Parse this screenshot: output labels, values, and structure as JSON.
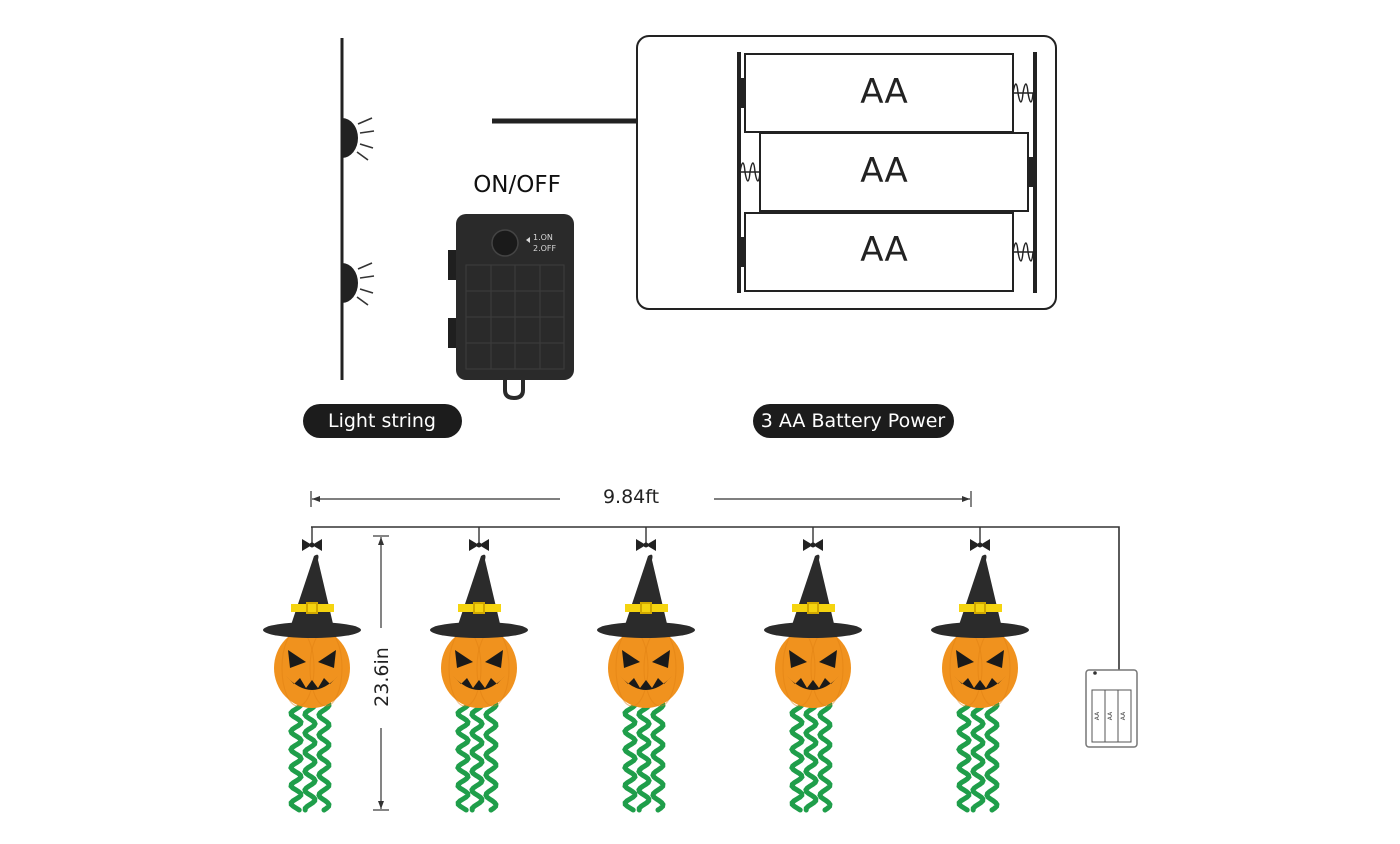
{
  "labels": {
    "on_off": "ON/OFF",
    "light_string": "Light string",
    "battery_power": "3 AA Battery Power",
    "length": "9.84ft",
    "height": "23.6in"
  },
  "battery_box": {
    "cells": [
      "AA",
      "AA",
      "AA"
    ],
    "switch_line1": "1.ON",
    "switch_line2": "2.OFF"
  },
  "mini_battery_cells": [
    "AA",
    "AA",
    "AA"
  ],
  "pumpkin_count": 5,
  "colors": {
    "pumpkin": "#f0921e",
    "hat": "#2b2b2b",
    "hat_band": "#f5d40f",
    "streamer": "#1f9e4a",
    "box": "#2a2a2a",
    "pill": "#1c1c1c"
  }
}
